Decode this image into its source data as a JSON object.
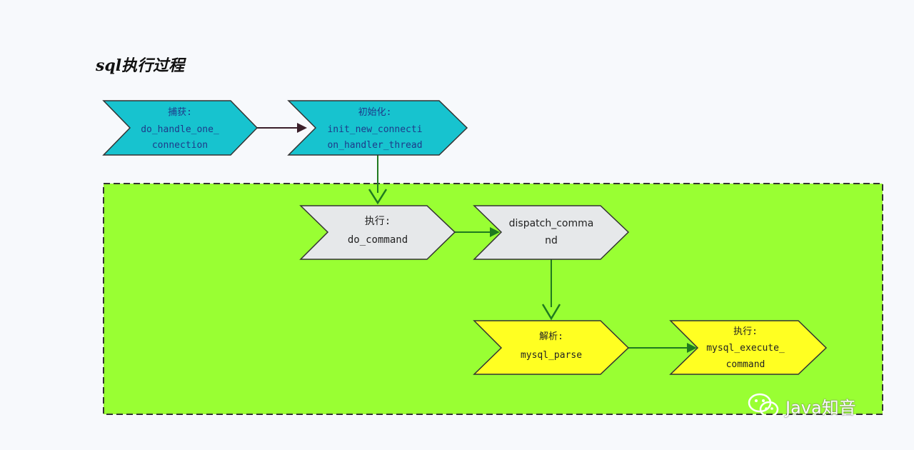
{
  "title": "sql执行过程",
  "watermark": "Java知音",
  "colors": {
    "region_fill": "#99ff33",
    "region_border": "#333333",
    "cyan": "#17c3cf",
    "gray": "#e6e8ea",
    "yellow": "#ffff22",
    "arrow_green": "#1f7a1f",
    "arrow_dark": "#3a1f2a"
  },
  "nodes": [
    {
      "id": "n1",
      "style": "cyan",
      "lines": [
        "捕获:",
        "do_handle_one_",
        "connection"
      ]
    },
    {
      "id": "n2",
      "style": "cyan",
      "lines": [
        "初始化:",
        "init_new_connecti",
        "on_handler_thread"
      ]
    },
    {
      "id": "n3",
      "style": "gray",
      "lines": [
        "执行:",
        "do_command"
      ]
    },
    {
      "id": "n4",
      "style": "gray",
      "lines": [
        "dispatch_comma",
        "nd"
      ]
    },
    {
      "id": "n5",
      "style": "yellow",
      "lines": [
        "解析:",
        "mysql_parse"
      ]
    },
    {
      "id": "n6",
      "style": "yellow",
      "lines": [
        "执行:",
        "mysql_execute_",
        "command"
      ]
    }
  ]
}
